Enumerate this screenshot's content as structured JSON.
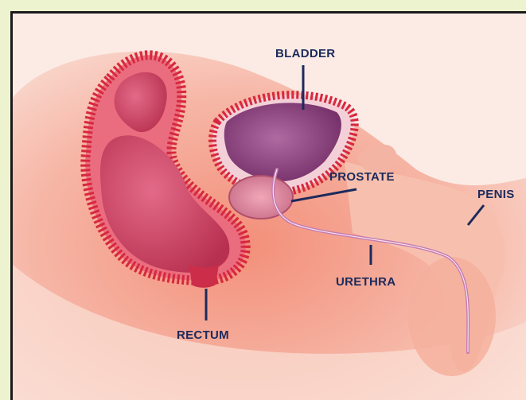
{
  "labels": {
    "bladder": "BLADDER",
    "prostate": "PROSTATE",
    "penis": "PENIS",
    "urethra": "URETHRA",
    "rectum": "RECTUM"
  },
  "colors": {
    "background": "#eef3cf",
    "frame": "#1a1a1a",
    "label_text": "#1c2a5c",
    "leader_line": "#1c2a5c"
  }
}
